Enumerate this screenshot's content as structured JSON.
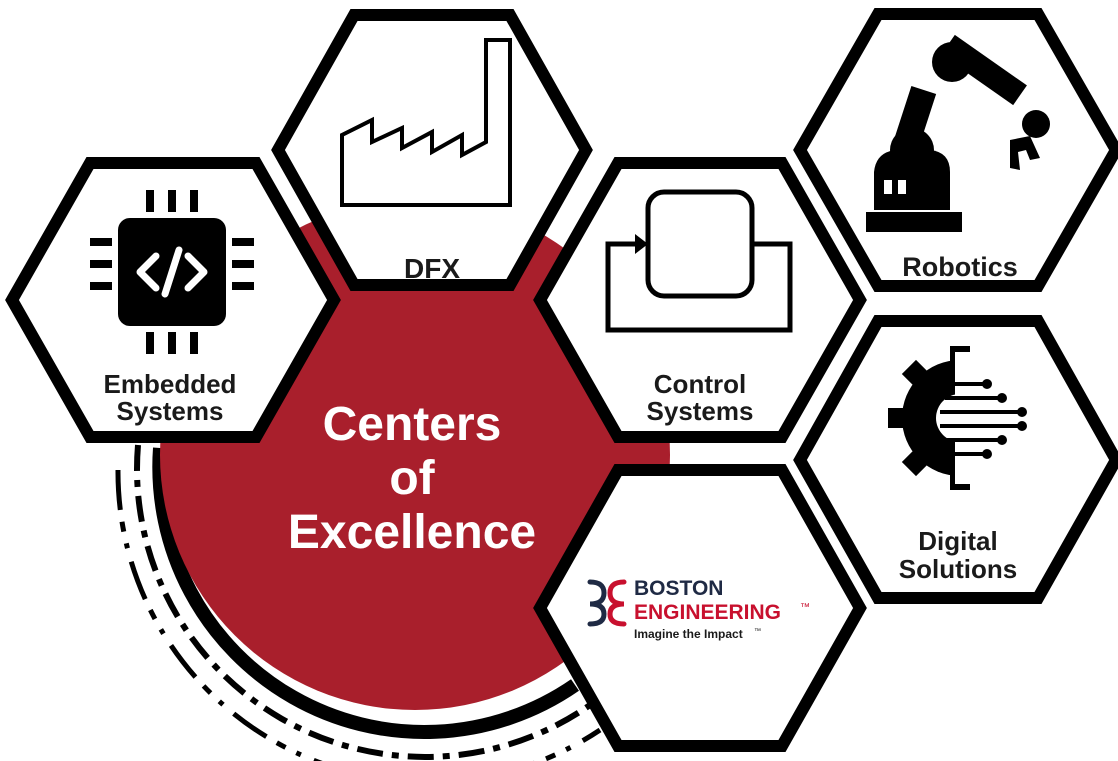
{
  "center": {
    "lines": [
      "Centers",
      "of",
      "Excellence"
    ]
  },
  "hexagons": {
    "embedded": {
      "line1": "Embedded",
      "line2": "Systems",
      "icon": "microchip-code-icon"
    },
    "dfx": {
      "label": "DFX",
      "icon": "factory-icon"
    },
    "control": {
      "line1": "Control",
      "line2": "Systems",
      "icon": "feedback-loop-icon"
    },
    "robotics": {
      "label": "Robotics",
      "icon": "robot-arm-icon"
    },
    "digital": {
      "line1": "Digital",
      "line2": "Solutions",
      "icon": "digital-gear-icon"
    },
    "brand": {
      "name1": "BOSTON",
      "name2": "ENGINEERING",
      "tm": "™",
      "tagline": "Imagine the Impact",
      "tagline_tm": "™",
      "icon": "boston-engineering-logo"
    }
  },
  "colors": {
    "center_fill": "#a91f2c",
    "outline": "#000000",
    "text": "#1a1a1a",
    "brand_navy": "#1f2a44",
    "brand_red": "#c8102e"
  }
}
